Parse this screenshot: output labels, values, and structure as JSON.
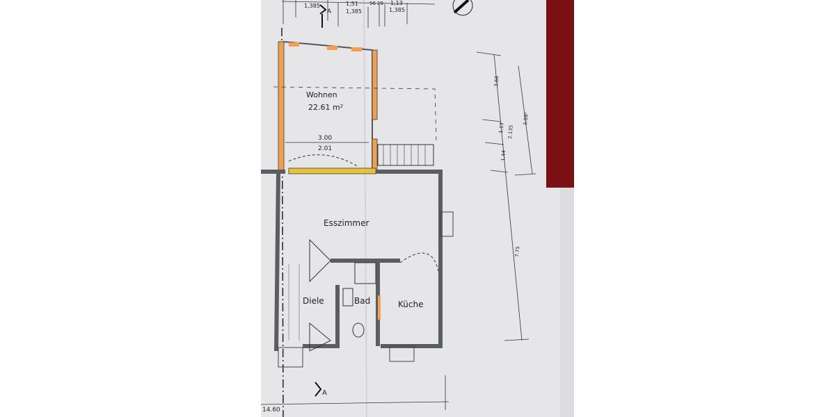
{
  "rooms": {
    "wohnen": {
      "name": "Wohnen",
      "area": "22.61 m²"
    },
    "esszimmer": {
      "name": "Esszimmer"
    },
    "diele": {
      "name": "Diele"
    },
    "bad": {
      "name": "Bad"
    },
    "kueche": {
      "name": "Küche"
    }
  },
  "dimensions": {
    "top": [
      "1,385",
      "1,51",
      "1,385",
      "56",
      "28",
      "1,13",
      "1,385"
    ],
    "wohnen_width": [
      "3.00",
      "2.01"
    ],
    "right_outer": [
      "3.68",
      "1.13",
      "2.135",
      "1.44",
      "7.75"
    ],
    "right_inner": "5.88⁵",
    "bottom_total": "14.60"
  },
  "section_marks": {
    "top": "A",
    "bottom": "A"
  },
  "colors": {
    "paper": "#e9e9ec",
    "wall": "#5a5d62",
    "new_wall": "#f0a050",
    "yellow_wall": "#e8c23a",
    "background_red": "#7a0f14"
  }
}
